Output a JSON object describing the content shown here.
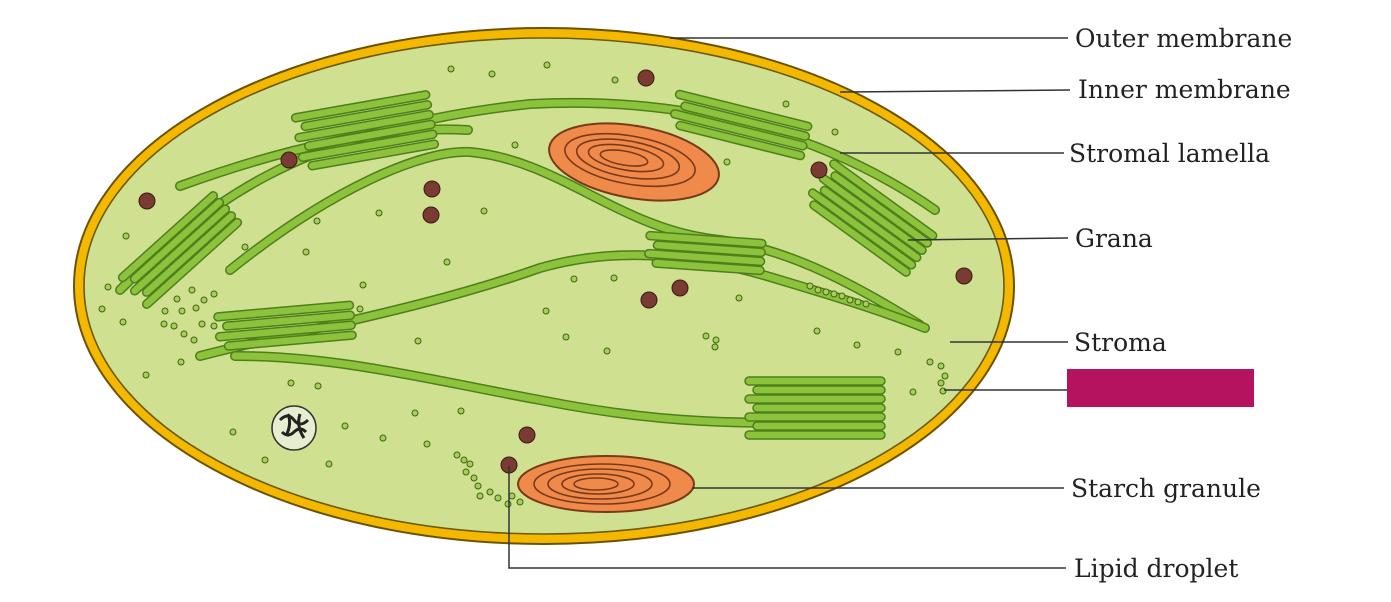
{
  "labels": {
    "outer_membrane": "Outer membrane",
    "inner_membrane": "Inner membrane",
    "stromal_lamella": "Stromal lamella",
    "grana": "Grana",
    "stroma": "Stroma",
    "starch_granule": "Starch granule",
    "lipid_droplet": "Lipid droplet"
  },
  "colors": {
    "outer_membrane": "#f5b800",
    "stroma": "#cfe190",
    "thylakoid_fill": "#8cc23c",
    "thylakoid_stroke": "#4e7f1c",
    "starch_fill": "#f08a4b",
    "starch_stroke": "#7a3a1a",
    "droplet": "#7a3b32",
    "ribosome": "#a8cf5a",
    "leader_line": "#333333",
    "blank_box": "#b5135f"
  }
}
